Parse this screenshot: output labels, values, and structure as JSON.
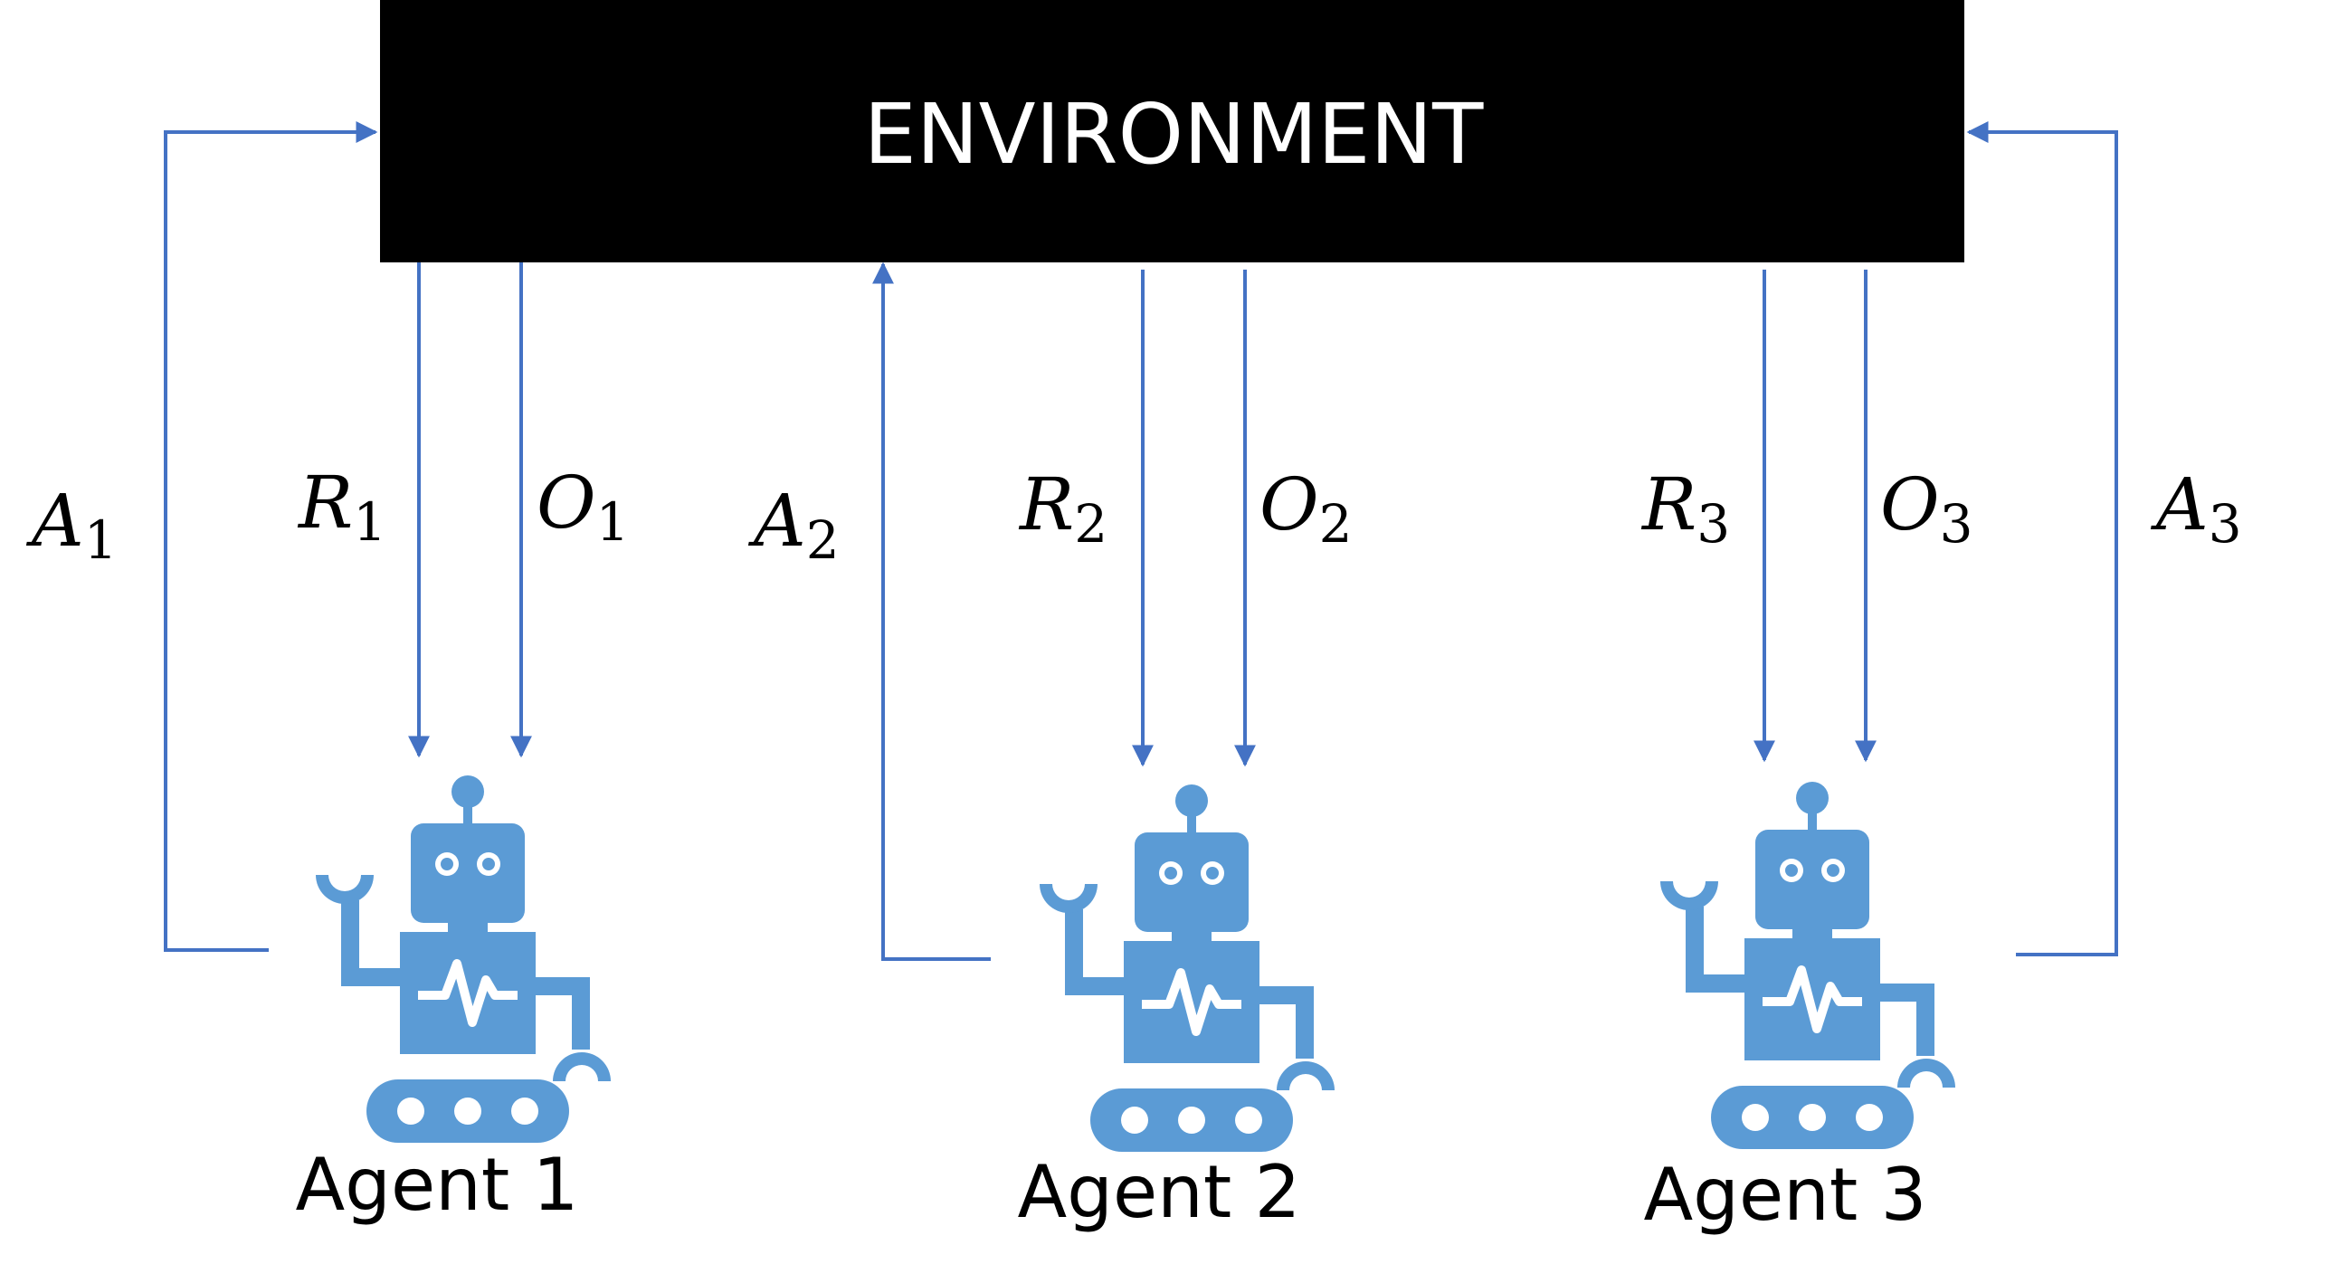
{
  "environment": {
    "label": "ENVIRONMENT",
    "fill_color": "#000000",
    "text_color": "#ffffff"
  },
  "colors": {
    "arrow": "#4472c4",
    "robot": "#5b9bd5"
  },
  "agents": [
    {
      "name": "Agent 1",
      "action": {
        "symbol": "A",
        "sub": "1"
      },
      "reward": {
        "symbol": "R",
        "sub": "1"
      },
      "observation": {
        "symbol": "O",
        "sub": "1"
      },
      "icon": "robot-icon"
    },
    {
      "name": "Agent 2",
      "action": {
        "symbol": "A",
        "sub": "2"
      },
      "reward": {
        "symbol": "R",
        "sub": "2"
      },
      "observation": {
        "symbol": "O",
        "sub": "2"
      },
      "icon": "robot-icon"
    },
    {
      "name": "Agent 3",
      "action": {
        "symbol": "A",
        "sub": "3"
      },
      "reward": {
        "symbol": "R",
        "sub": "3"
      },
      "observation": {
        "symbol": "O",
        "sub": "3"
      },
      "icon": "robot-icon"
    }
  ]
}
